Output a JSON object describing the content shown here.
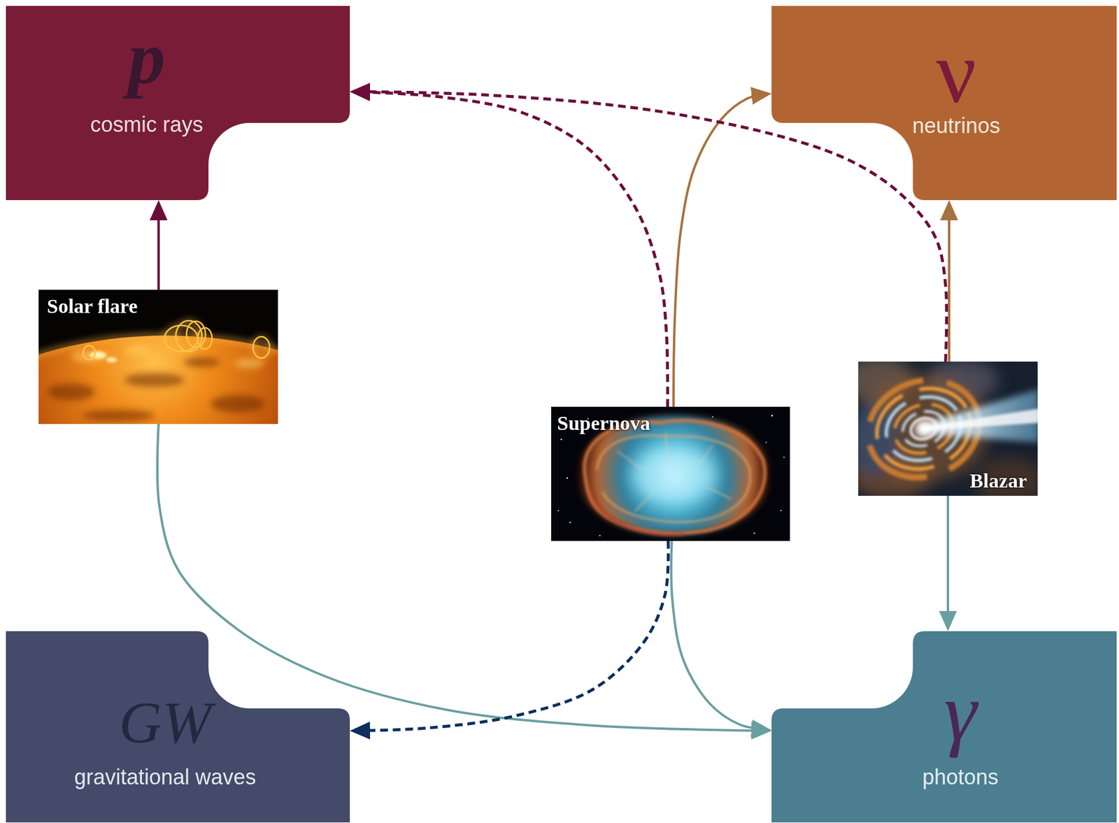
{
  "diagram": {
    "nodes": [
      {
        "text": [
          "p",
          "cosmic rays"
        ]
      },
      {
        "text": [
          "ν",
          "neutrinos"
        ]
      },
      {
        "text": [
          "Solar flare"
        ]
      },
      {
        "text": [
          "Supernova"
        ]
      },
      {
        "text": [
          "Blazar"
        ]
      },
      {
        "text": [
          "GW",
          "gravitational waves"
        ]
      },
      {
        "text": [
          "γ",
          "photons"
        ]
      }
    ],
    "edges": [
      {
        "from": 2,
        "to": 0,
        "arrow": "to"
      },
      {
        "from": 2,
        "to": 6,
        "arrow": "to"
      },
      {
        "from": 3,
        "to": 0,
        "arrow": "to"
      },
      {
        "from": 3,
        "to": 1,
        "arrow": "to"
      },
      {
        "from": 3,
        "to": 5,
        "arrow": "to"
      },
      {
        "from": 3,
        "to": 6,
        "arrow": "to"
      },
      {
        "from": 4,
        "to": 0,
        "arrow": "to"
      },
      {
        "from": 4,
        "to": 1,
        "arrow": "to"
      },
      {
        "from": 4,
        "to": 6,
        "arrow": "to"
      }
    ]
  }
}
